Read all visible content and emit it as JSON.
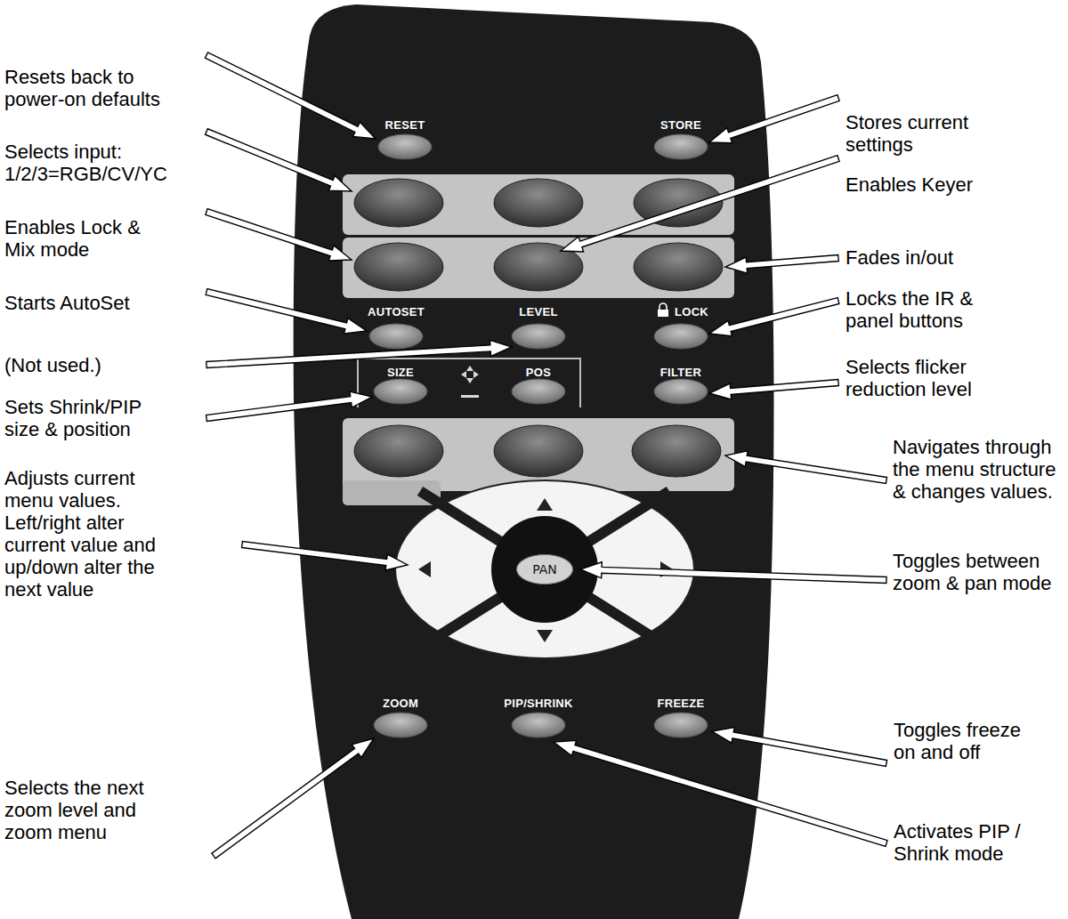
{
  "diagram": {
    "nodes": [
      {
        "text": [
          "PAN"
        ]
      }
    ],
    "labels": [
      "Resets back to power-on defaults",
      "RESET",
      "STORE",
      "Stores current settings",
      "Selects input: 1/2/3=RGB/CV/YC",
      "Enables Keyer",
      "Enables Lock & Mix mode",
      "Fades in/out",
      "AUTOSET",
      "LEVEL",
      "LOCK",
      "Starts AutoSet",
      "Locks the IR & panel buttons",
      "(Not used.)",
      "SIZE",
      "POS",
      "FILTER",
      "Sets Shrink/PIP size & position",
      "Selects flicker reduction level",
      "Navigates through the menu structure & changes values.",
      "Adjusts current menu values. Left/right alter current value and up/down alter the next value",
      "Toggles between zoom & pan mode",
      "ZOOM",
      "PIP/SHRINK",
      "FREEZE",
      "Toggles freeze on and off",
      "Selects the next zoom level and zoom menu",
      "Activates PIP / Shrink mode"
    ]
  }
}
